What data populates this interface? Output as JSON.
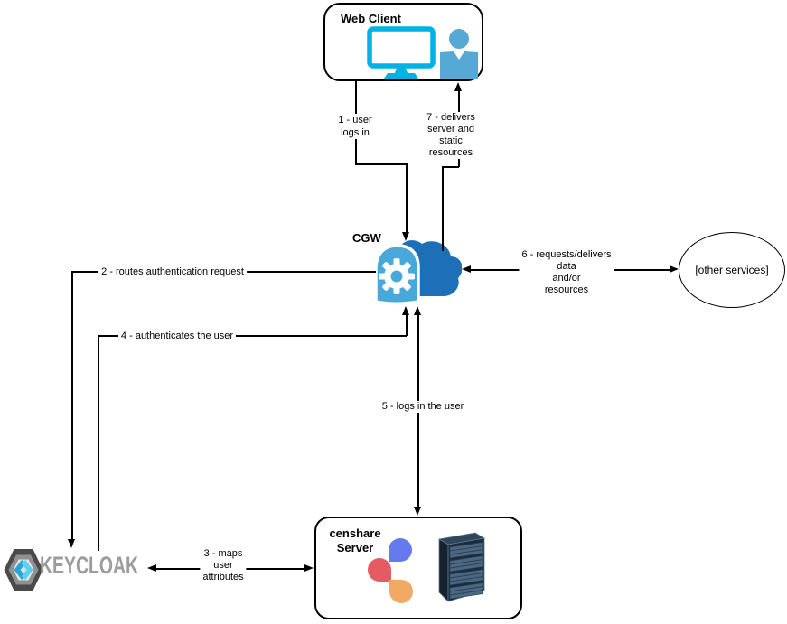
{
  "colors": {
    "edge": "#000000",
    "cyan": "#00b1e3",
    "person-blue": "#55a9d4",
    "cloud-dark": "#1d70b7",
    "cloud-light": "#47a8d9",
    "censhare-blue": "#6679ee",
    "censhare-red": "#e65a64",
    "censhare-orange": "#f2a963",
    "keycloak-gray": "#9c9c9c",
    "keycloak-hex-dark": "#4a4a4a",
    "keycloak-hex-mid": "#8f8f8f",
    "keycloak-hex-inner": "#e2e2e2",
    "keycloak-cyan-dark": "#28a5d8",
    "keycloak-cyan-light": "#59d2f0",
    "rack-top": "#31465a",
    "rack-side": "#16222e",
    "rack-front": "#1c2c3c",
    "rack-bay": "#4b6883",
    "rack-bay-line": "#2c4257",
    "rack-edge": "#5d7a94"
  },
  "nodes": {
    "web_client": {
      "title": "Web Client",
      "icons": [
        "monitor-icon",
        "user-icon"
      ]
    },
    "cgw": {
      "label": "CGW",
      "icons": [
        "cloud-gateway-icon",
        "gear-icon"
      ]
    },
    "other_services": {
      "label": "[other services]"
    },
    "keycloak": {
      "brand": "KEYCLOAK",
      "icons": [
        "keycloak-logo-icon"
      ]
    },
    "censhare_server": {
      "title_line1": "censhare",
      "title_line2": "Server",
      "icons": [
        "censhare-logo-icon",
        "server-rack-icon"
      ]
    }
  },
  "edges": {
    "e1": {
      "lines": [
        "1 - user",
        "logs in"
      ]
    },
    "e2": {
      "lines": [
        "2 - routes authentication request"
      ]
    },
    "e3": {
      "lines": [
        "3 - maps",
        "user",
        "attributes"
      ]
    },
    "e4": {
      "lines": [
        "4 - authenticates the user"
      ]
    },
    "e5": {
      "lines": [
        "5 - logs in the user"
      ]
    },
    "e6": {
      "lines": [
        "6 - requests/delivers",
        "data",
        "and/or",
        "resources"
      ]
    },
    "e7": {
      "lines": [
        "7 - delivers",
        "server and",
        "static",
        "resources"
      ]
    }
  }
}
